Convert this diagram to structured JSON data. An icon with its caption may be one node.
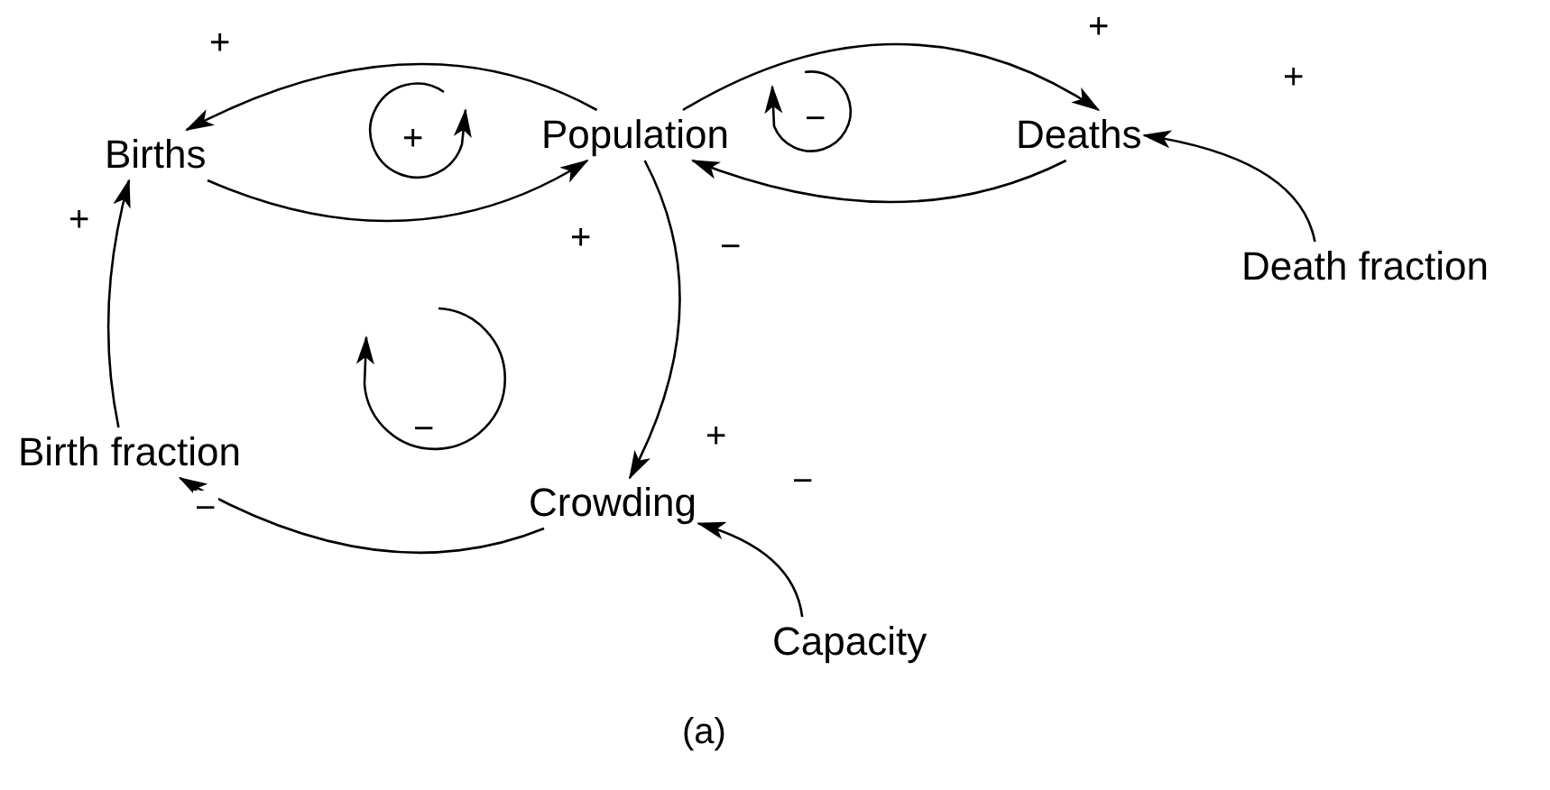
{
  "diagram": {
    "caption": "(a)",
    "nodes": [
      {
        "text": [
          "Births"
        ]
      },
      {
        "text": [
          "Population"
        ]
      },
      {
        "text": [
          "Deaths"
        ]
      },
      {
        "text": [
          "Death fraction"
        ]
      },
      {
        "text": [
          "Birth fraction"
        ]
      },
      {
        "text": [
          "Crowding"
        ]
      },
      {
        "text": [
          "Capacity"
        ]
      }
    ],
    "edges": [
      {
        "from": 1,
        "to": 0,
        "arrow": "to",
        "label": "+"
      },
      {
        "from": 0,
        "to": 1,
        "arrow": "to",
        "label": "+"
      },
      {
        "from": 1,
        "to": 2,
        "arrow": "to",
        "label": "+"
      },
      {
        "from": 2,
        "to": 1,
        "arrow": "to",
        "label": "−"
      },
      {
        "from": 1,
        "to": 5,
        "arrow": "to",
        "label": "+"
      },
      {
        "from": 5,
        "to": 4,
        "arrow": "to",
        "label": "−"
      },
      {
        "from": 4,
        "to": 0,
        "arrow": "to",
        "label": "+"
      },
      {
        "from": 3,
        "to": 2,
        "arrow": "to",
        "label": "+"
      },
      {
        "from": 6,
        "to": 5,
        "arrow": "to",
        "label": "−"
      }
    ],
    "labels": [
      "+",
      "−",
      "−"
    ]
  }
}
